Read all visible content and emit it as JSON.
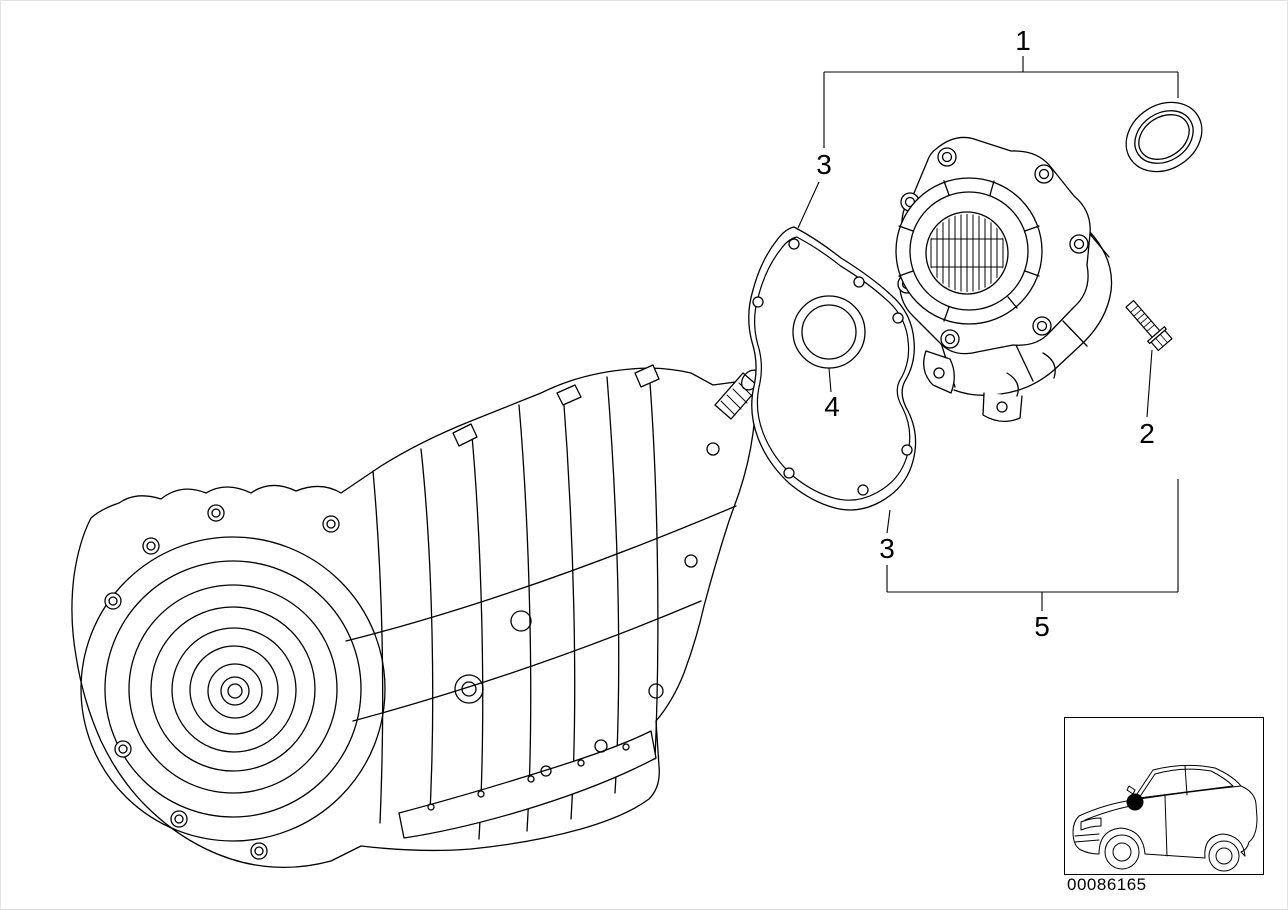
{
  "diagram": {
    "background": "#ffffff",
    "line_color": "#000000",
    "callouts": [
      {
        "id": "callout-1",
        "label": "1"
      },
      {
        "id": "callout-2",
        "label": "2"
      },
      {
        "id": "callout-3-upper",
        "label": "3"
      },
      {
        "id": "callout-3-lower",
        "label": "3"
      },
      {
        "id": "callout-4",
        "label": "4"
      },
      {
        "id": "callout-5",
        "label": "5"
      }
    ],
    "part_number": "00086165"
  }
}
